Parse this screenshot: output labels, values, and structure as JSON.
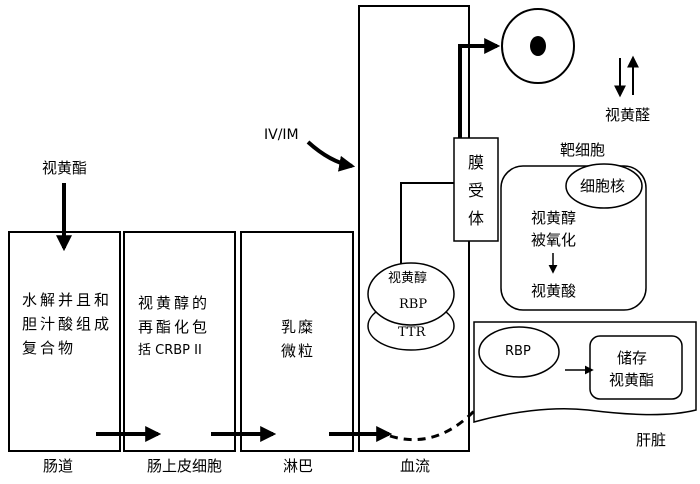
{
  "labels": {
    "retinyl_ester_input": "视黄酯",
    "intestine_box": "水解并且和胆汁酸组成复合物",
    "intestine": "肠道",
    "enterocyte_box_line1": "视黄醇的",
    "enterocyte_box_line2": "再酯化包",
    "enterocyte_box_line3": "括 CRBP II",
    "enterocyte": "肠上皮细胞",
    "lymph_box_line1": "乳糜",
    "lymph_box_line2": "微粒",
    "lymph": "淋巴",
    "iv_im": "IV/IM",
    "blood": "血流",
    "receptor": "膜受体",
    "retinol_complex": "视黄醇",
    "rbp_complex": "RBP",
    "ttr": "TTR",
    "retinal": "视黄醛",
    "target_cell": "靶细胞",
    "nucleus": "细胞核",
    "oxidation_line1": "视黄醇",
    "oxidation_line2": "被氧化",
    "retinoic_acid": "视黄酸",
    "liver_rbp": "RBP",
    "storage_line1": "储存",
    "storage_line2": "视黄酯",
    "liver": "肝脏"
  }
}
